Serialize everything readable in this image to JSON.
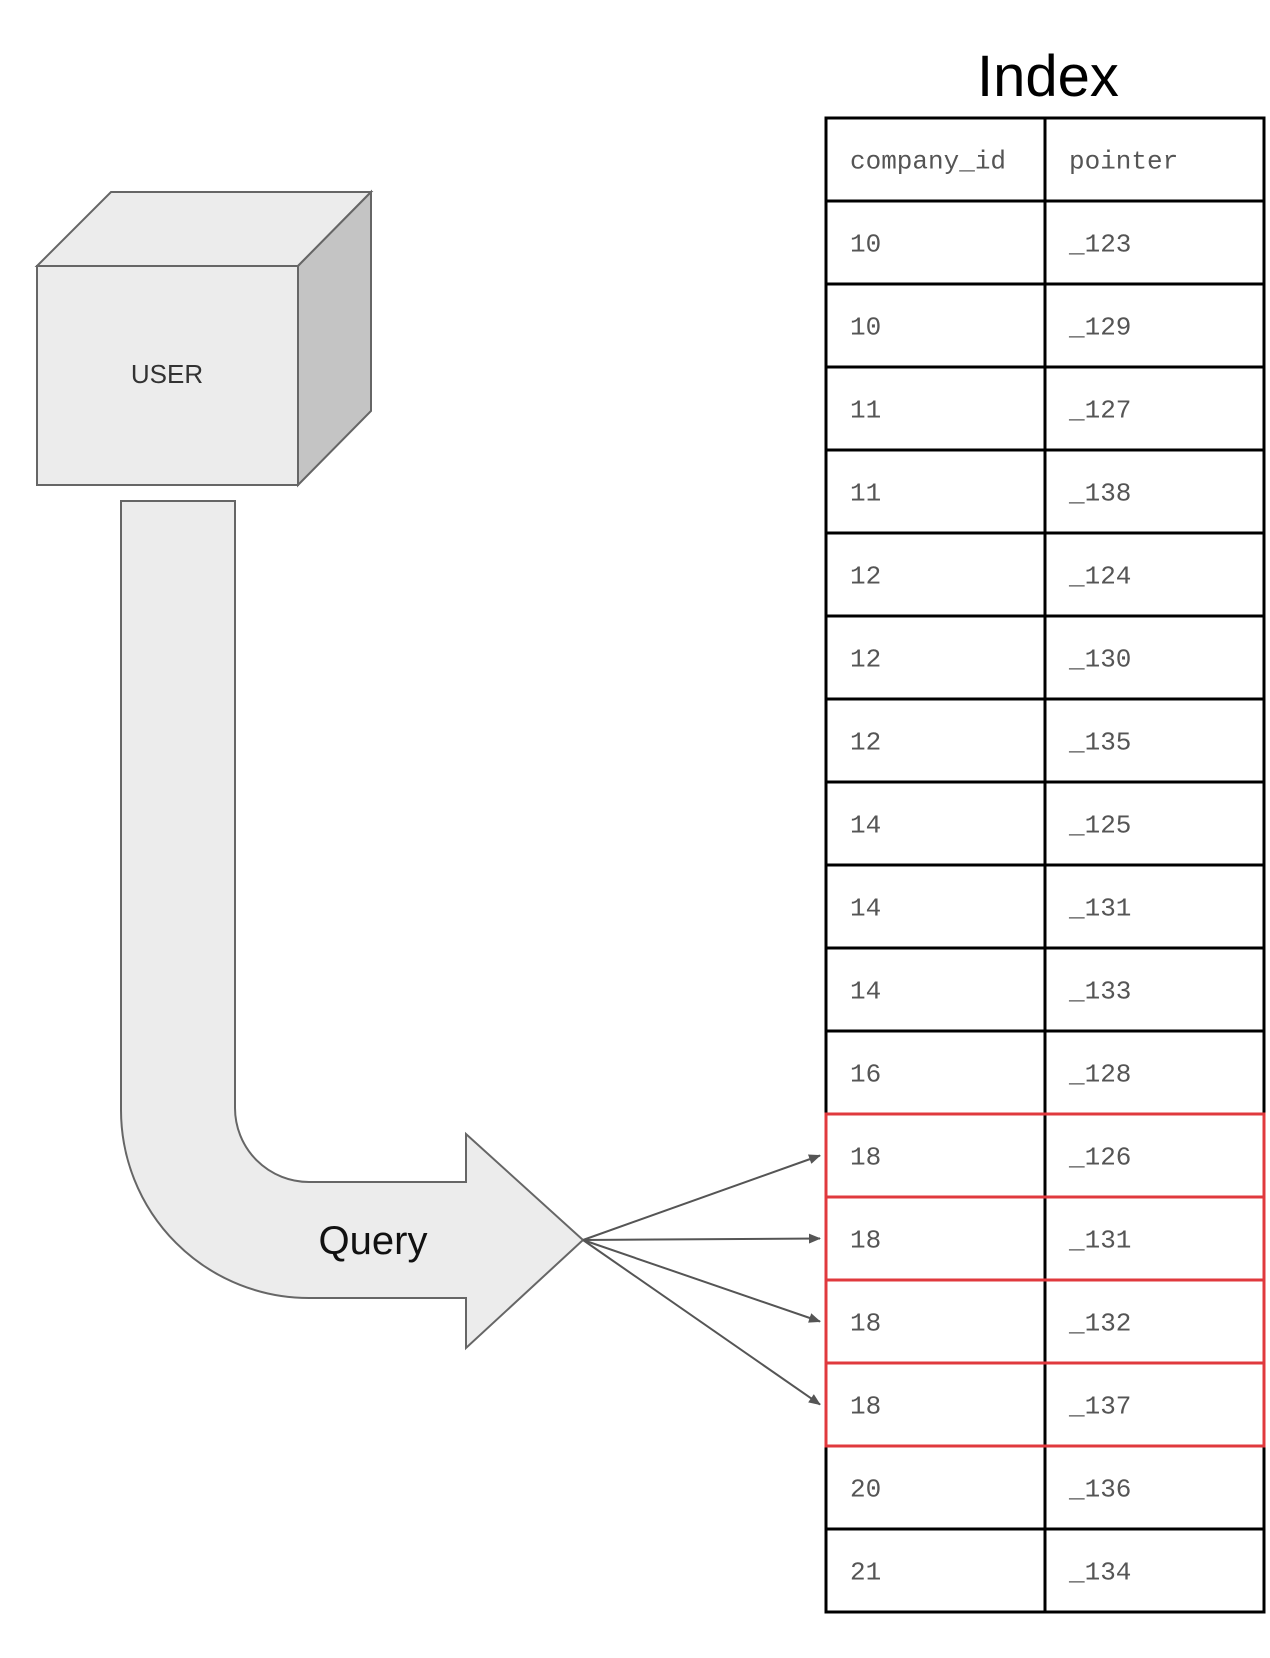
{
  "user_box": {
    "label": "USER",
    "icon": "cube-icon"
  },
  "query_arrow": {
    "label": "Query"
  },
  "index_table": {
    "title": "Index",
    "headers": [
      "company_id",
      "pointer"
    ],
    "rows": [
      {
        "company_id": "10",
        "pointer": "_123",
        "highlighted": false
      },
      {
        "company_id": "10",
        "pointer": "_129",
        "highlighted": false
      },
      {
        "company_id": "11",
        "pointer": "_127",
        "highlighted": false
      },
      {
        "company_id": "11",
        "pointer": "_138",
        "highlighted": false
      },
      {
        "company_id": "12",
        "pointer": "_124",
        "highlighted": false
      },
      {
        "company_id": "12",
        "pointer": "_130",
        "highlighted": false
      },
      {
        "company_id": "12",
        "pointer": "_135",
        "highlighted": false
      },
      {
        "company_id": "14",
        "pointer": "_125",
        "highlighted": false
      },
      {
        "company_id": "14",
        "pointer": "_131",
        "highlighted": false
      },
      {
        "company_id": "14",
        "pointer": "_133",
        "highlighted": false
      },
      {
        "company_id": "16",
        "pointer": "_128",
        "highlighted": false
      },
      {
        "company_id": "18",
        "pointer": "_126",
        "highlighted": true
      },
      {
        "company_id": "18",
        "pointer": "_131",
        "highlighted": true
      },
      {
        "company_id": "18",
        "pointer": "_132",
        "highlighted": true
      },
      {
        "company_id": "18",
        "pointer": "_137",
        "highlighted": true
      },
      {
        "company_id": "20",
        "pointer": "_136",
        "highlighted": false
      },
      {
        "company_id": "21",
        "pointer": "_134",
        "highlighted": false
      }
    ]
  },
  "colors": {
    "highlight": "#e0393e",
    "shape_fill": "#ececec",
    "cube_side": "#c4c4c4",
    "outline": "#666666",
    "arrow": "#555555"
  }
}
